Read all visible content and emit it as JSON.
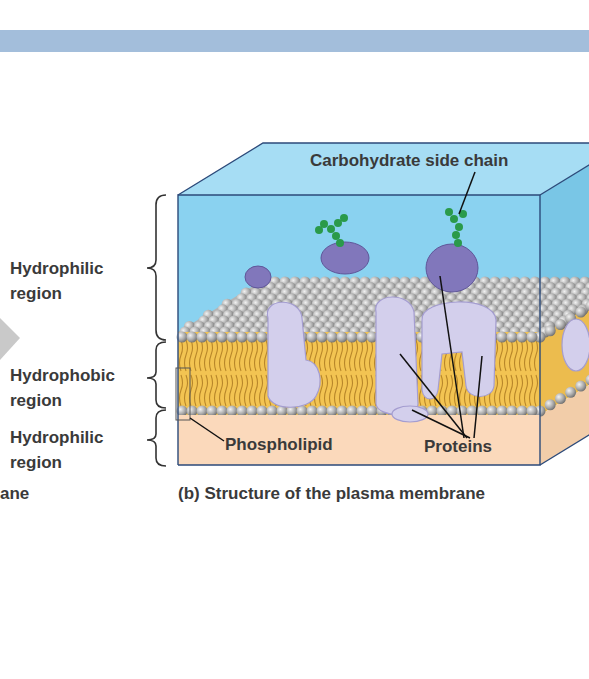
{
  "diagram": {
    "caption": "(b) Structure of the plasma membrane",
    "labels": [
      "Carbohydrate side chain",
      "Hydrophilic region",
      "Hydrophobic region",
      "Hydrophilic region",
      "Phospholipid",
      "Proteins",
      "ane"
    ]
  }
}
